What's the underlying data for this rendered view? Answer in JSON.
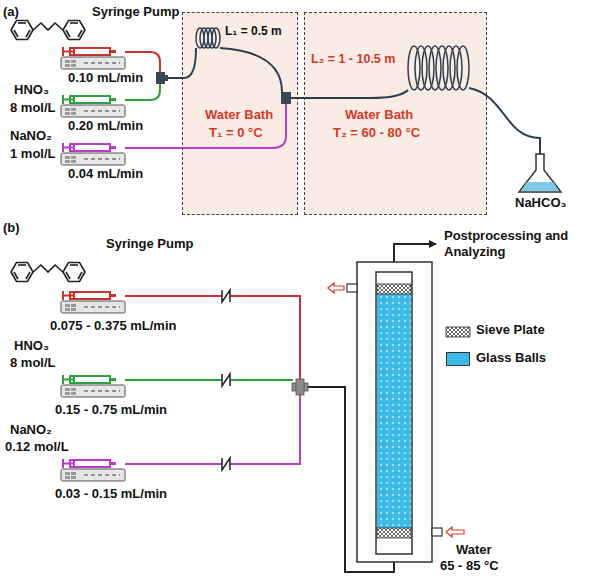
{
  "diagram": {
    "nodes": [
      {
        "text": [
          "L₁ = 0.5 m",
          "Water Bath",
          "T₁ = 0 °C"
        ]
      },
      {
        "text": [
          "L₂ = 1 - 10.5 m",
          "Water Bath",
          "T₂ = 60 - 80 °C"
        ]
      }
    ],
    "edges": [
      {
        "from": 0,
        "to": 1,
        "arrow": "none"
      }
    ],
    "labels": [
      "(a)",
      "Syringe Pump",
      "0.10 mL/min",
      "HNO₃",
      "8 mol/L",
      "0.20 mL/min",
      "NaNO₂",
      "1 mol/L",
      "0.04 mL/min",
      "NaHCO₃",
      "(b)",
      "Syringe Pump",
      "0.075 - 0.375 mL/min",
      "HNO₃",
      "8 mol/L",
      "0.15 - 0.75 mL/min",
      "NaNO₂",
      "0.12 mol/L",
      "0.03 - 0.15 mL/min",
      "Postprocessing and Analyzing",
      "Water",
      "65 - 85 °C"
    ],
    "legend": [
      {
        "text": "Sieve Plate"
      },
      {
        "text": "Glass Balls",
        "color": "#3dbbe8"
      }
    ]
  }
}
